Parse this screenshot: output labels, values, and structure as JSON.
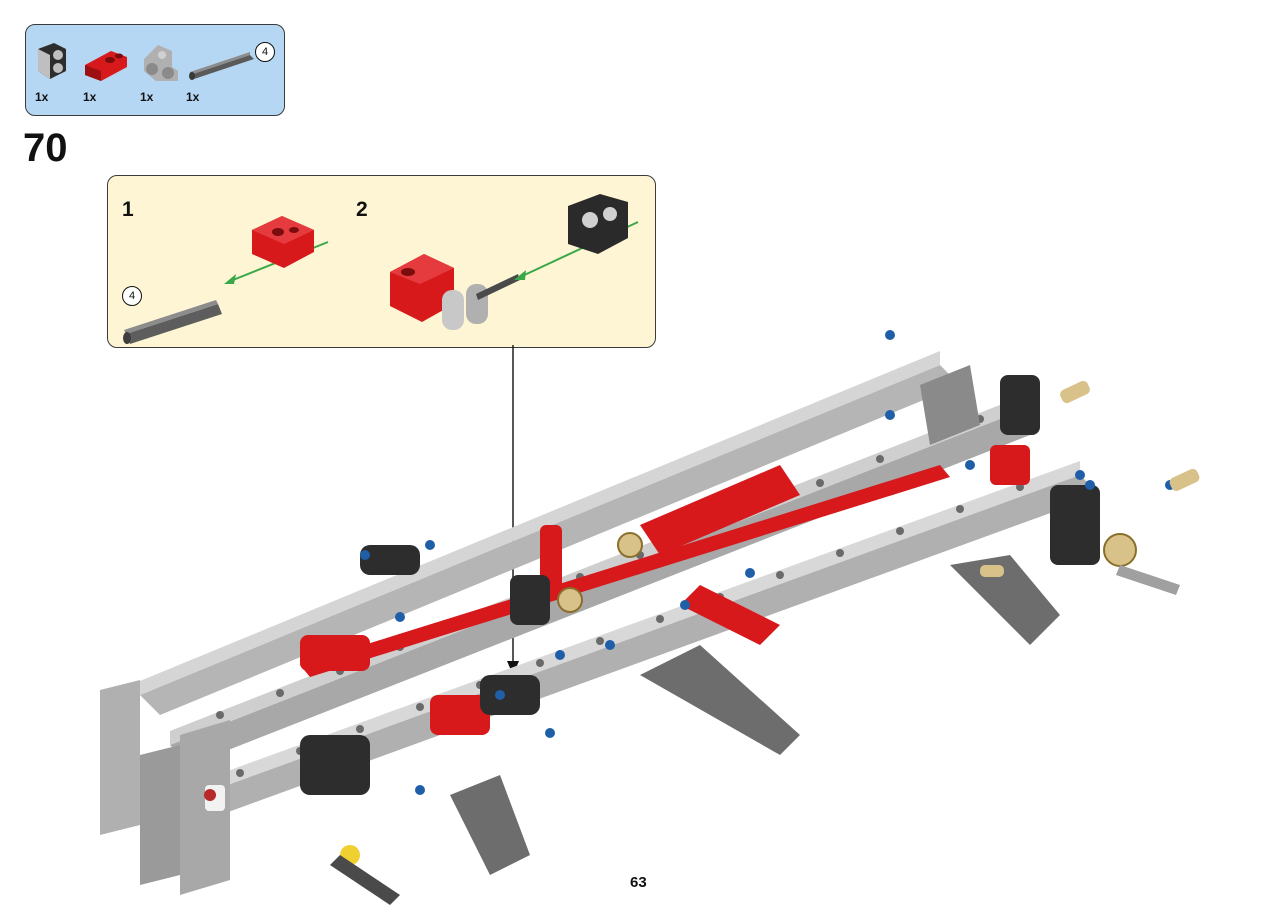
{
  "parts_list": {
    "items": [
      {
        "part": "black-connector",
        "qty": "1x"
      },
      {
        "part": "red-connector",
        "qty": "1x"
      },
      {
        "part": "grey-connector",
        "qty": "1x"
      },
      {
        "part": "axle",
        "qty": "1x",
        "length": "4"
      }
    ]
  },
  "step": {
    "number": "70"
  },
  "callout": {
    "substeps": [
      {
        "number": "1",
        "axle_length": "4"
      },
      {
        "number": "2"
      }
    ]
  },
  "page": {
    "number": "63"
  },
  "colors": {
    "parts_bg": "#b5d7f3",
    "callout_bg": "#fdf5d3",
    "red": "#d7191c",
    "light_grey": "#c8c8c8",
    "dark_grey": "#545454",
    "blue": "#1f5fa8",
    "arrow_green": "#3aa84a"
  }
}
